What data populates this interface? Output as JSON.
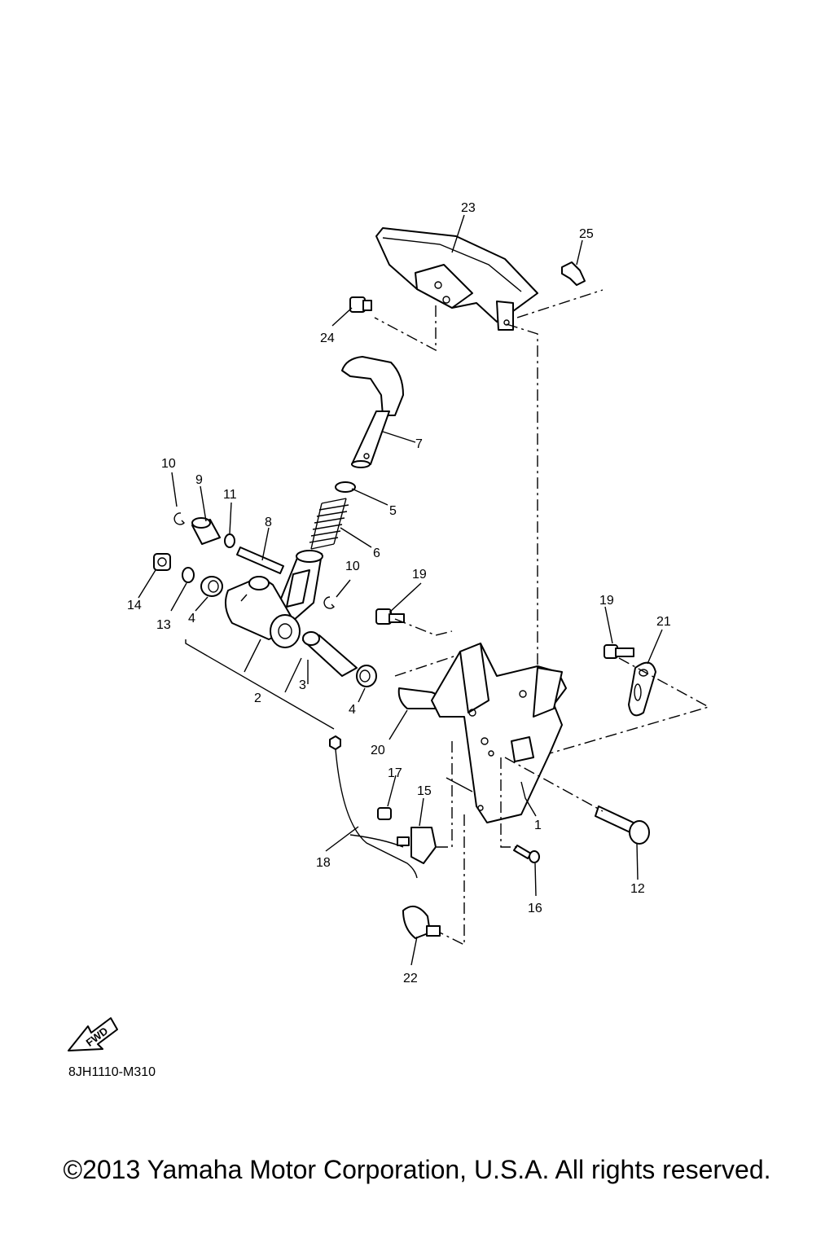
{
  "callouts": [
    "1",
    "2",
    "3",
    "4",
    "4",
    "5",
    "6",
    "7",
    "8",
    "9",
    "10",
    "10",
    "11",
    "12",
    "13",
    "14",
    "15",
    "16",
    "17",
    "18",
    "19",
    "19",
    "20",
    "21",
    "22",
    "23",
    "24",
    "25"
  ],
  "fwd_badge": "FWD",
  "drawing_code": "8JH1110-M310",
  "copyright": "©2013 Yamaha Motor Corporation, U.S.A. All rights reserved.",
  "colors": {
    "line": "#000000",
    "background": "#ffffff"
  }
}
